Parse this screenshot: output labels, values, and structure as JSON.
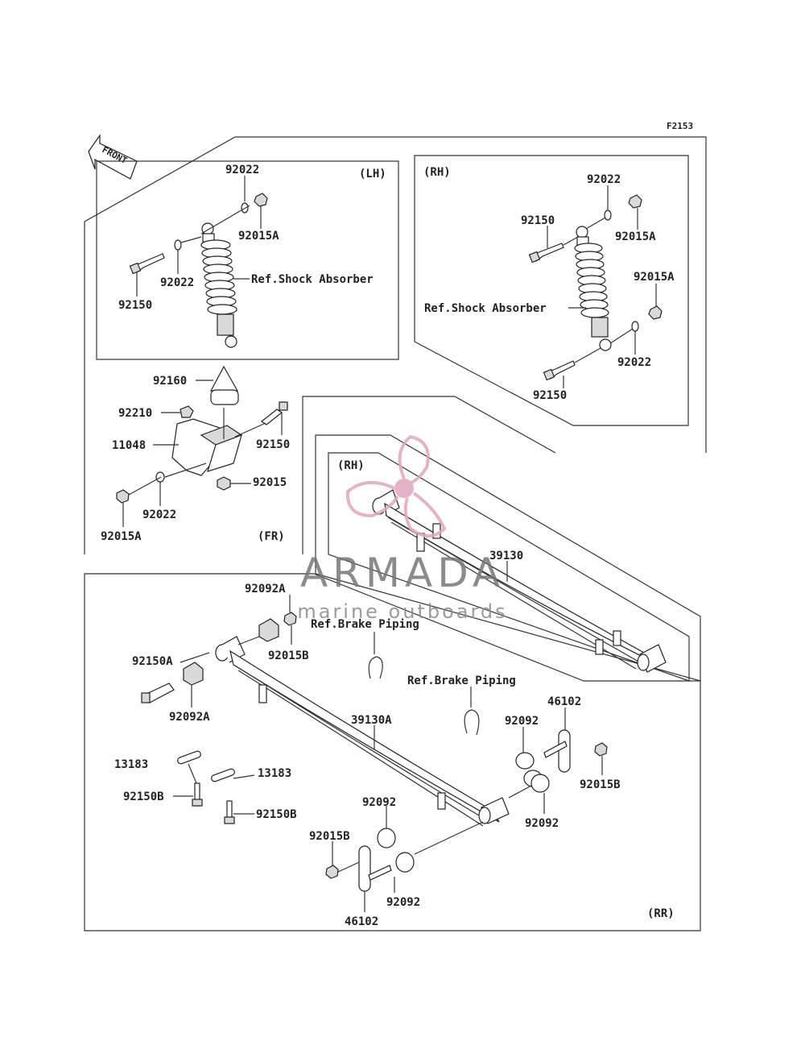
{
  "figure_code": "F2153",
  "front_label": "FRONT",
  "section_labels": {
    "lh": "(LH)",
    "rh_top": "(RH)",
    "fr": "(FR)",
    "rh_spring": "(RH)",
    "rr": "(RR)"
  },
  "refs": {
    "shock_lh": "Ref.Shock Absorber",
    "shock_rh": "Ref.Shock Absorber",
    "brake_piping_1": "Ref.Brake Piping",
    "brake_piping_2": "Ref.Brake Piping"
  },
  "parts": {
    "lh": [
      "92022",
      "92015A",
      "92022",
      "92150"
    ],
    "rh": [
      "92022",
      "92150",
      "92015A",
      "92015A",
      "92022",
      "92150"
    ],
    "fr": [
      "92160",
      "92210",
      "11048",
      "92150",
      "92015",
      "92022",
      "92015A"
    ],
    "rr": [
      "39130",
      "92092A",
      "92015B",
      "92150A",
      "92092A",
      "39130A",
      "46102",
      "92092",
      "92015B",
      "13183",
      "13183",
      "92150B",
      "92150B",
      "92092",
      "92092",
      "92015B",
      "92092",
      "46102"
    ]
  },
  "watermark": {
    "brand": "ARMADA",
    "tagline": "marine outboards",
    "color": "#e0a6c0"
  }
}
